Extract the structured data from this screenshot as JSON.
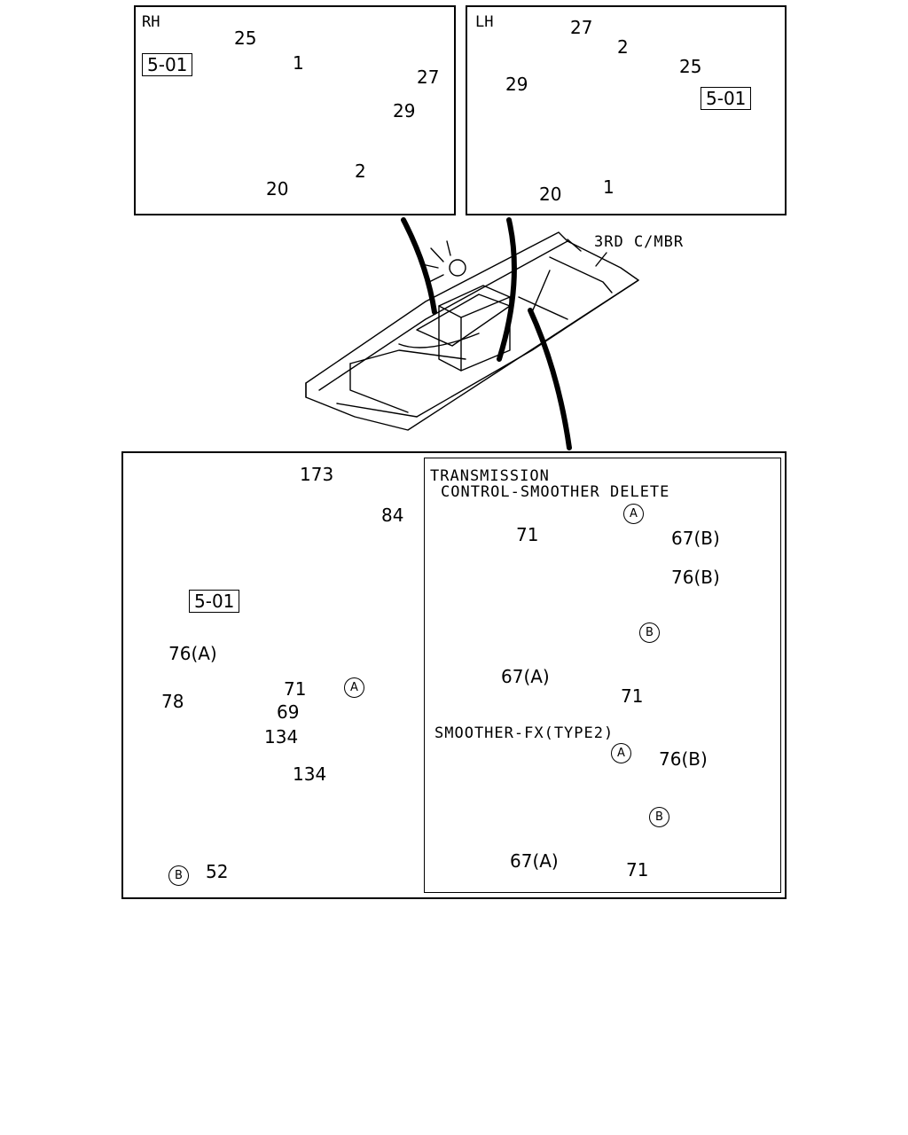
{
  "rh_panel": {
    "title": "RH",
    "ref": "5-01",
    "callouts": {
      "c25": "25",
      "c1": "1",
      "c27": "27",
      "c29": "29",
      "c20": "20",
      "c2": "2"
    }
  },
  "lh_panel": {
    "title": "LH",
    "ref": "5-01",
    "callouts": {
      "c27": "27",
      "c2": "2",
      "c29": "29",
      "c25": "25",
      "c20": "20",
      "c1": "1"
    }
  },
  "frame_label": "3RD C/MBR",
  "main_panel": {
    "ref": "5-01",
    "callouts": {
      "c173": "173",
      "c84": "84",
      "circle_a": "A",
      "c76a": "76(A)",
      "c71": "71",
      "c78": "78",
      "c69": "69",
      "c134_1": "134",
      "c134_2": "134",
      "circle_b": "B",
      "c52": "52"
    }
  },
  "transmission_panel": {
    "title_line1": "TRANSMISSION",
    "title_line2": "CONTROL-SMOOTHER DELETE",
    "callouts": {
      "circle_a": "A",
      "c71_top": "71",
      "c67b": "67(B)",
      "c76b": "76(B)",
      "circle_b": "B",
      "c67a": "67(A)",
      "c71_bottom": "71"
    }
  },
  "smoother_panel": {
    "title": "SMOOTHER-FX(TYPE2)",
    "callouts": {
      "circle_a": "A",
      "c76b": "76(B)",
      "circle_b": "B",
      "c67a": "67(A)",
      "c71": "71"
    }
  }
}
